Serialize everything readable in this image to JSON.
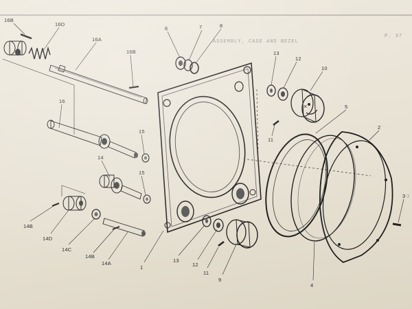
{
  "header": {
    "fragment_left": "ASSEMBLY, CASE AND BEZEL",
    "fragment_right": "P. 37",
    "fragment_corner": "3"
  },
  "callouts": [
    {
      "id": "16B_top",
      "label": "16B"
    },
    {
      "id": "16D",
      "label": "16D"
    },
    {
      "id": "16A",
      "label": "16A"
    },
    {
      "id": "16B_mid",
      "label": "16B"
    },
    {
      "id": "16",
      "label": "16"
    },
    {
      "id": "6",
      "label": "6"
    },
    {
      "id": "7",
      "label": "7"
    },
    {
      "id": "8",
      "label": "8"
    },
    {
      "id": "13_top",
      "label": "13"
    },
    {
      "id": "12_top",
      "label": "12"
    },
    {
      "id": "10",
      "label": "10"
    },
    {
      "id": "11_top",
      "label": "11"
    },
    {
      "id": "5",
      "label": "5"
    },
    {
      "id": "2",
      "label": "2"
    },
    {
      "id": "3",
      "label": "3"
    },
    {
      "id": "15_a",
      "label": "15"
    },
    {
      "id": "14",
      "label": "14"
    },
    {
      "id": "15_b",
      "label": "15"
    },
    {
      "id": "14B_left",
      "label": "14B"
    },
    {
      "id": "14D",
      "label": "14D"
    },
    {
      "id": "14C",
      "label": "14C"
    },
    {
      "id": "14B_low",
      "label": "14B"
    },
    {
      "id": "14A",
      "label": "14A"
    },
    {
      "id": "1",
      "label": "1"
    },
    {
      "id": "13_low",
      "label": "13"
    },
    {
      "id": "12_low",
      "label": "12"
    },
    {
      "id": "11_low",
      "label": "11"
    },
    {
      "id": "9",
      "label": "9"
    },
    {
      "id": "4",
      "label": "4"
    }
  ]
}
